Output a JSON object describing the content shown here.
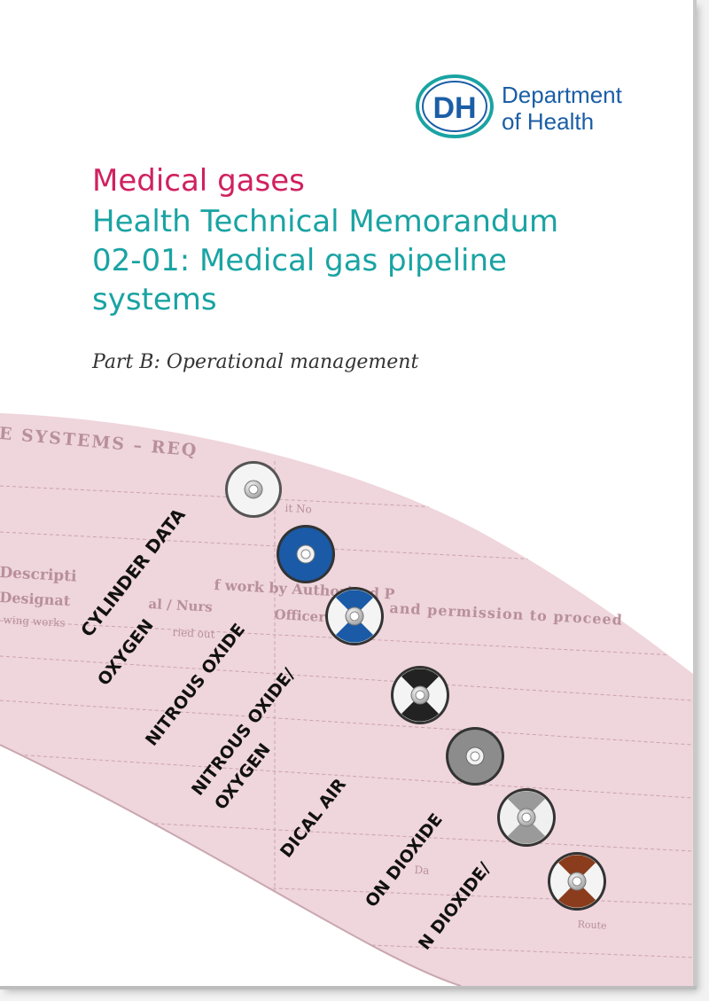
{
  "logo": {
    "mark": "DH",
    "line1": "Department",
    "line2": "of Health"
  },
  "title": {
    "line1": "Medical gases",
    "line2": "Health Technical Memorandum",
    "line3": "02-01: Medical gas pipeline",
    "line4": "systems"
  },
  "subtitle": "Part B: Operational management",
  "band": {
    "header_text": "E SYSTEMS – REQ",
    "form_lines": [
      "Descripti",
      "f work by Authorised P",
      "and permission to proceed",
      "Designat",
      "al / Nurs",
      "Officer",
      "wing works",
      "ried out",
      "it No",
      "Da",
      "Route"
    ],
    "labels": [
      "CYLINDER DATA",
      "OXYGEN",
      "NITROUS OXIDE",
      "NITROUS OXIDE/",
      "OXYGEN",
      "DICAL  AIR",
      "ON DIOXIDE",
      "N DIOXIDE/"
    ]
  },
  "colors": {
    "pink_title": "#d0215f",
    "teal_title": "#1aa3a3",
    "dh_blue": "#1b5ea6",
    "band_pink": "#efd5dc"
  }
}
